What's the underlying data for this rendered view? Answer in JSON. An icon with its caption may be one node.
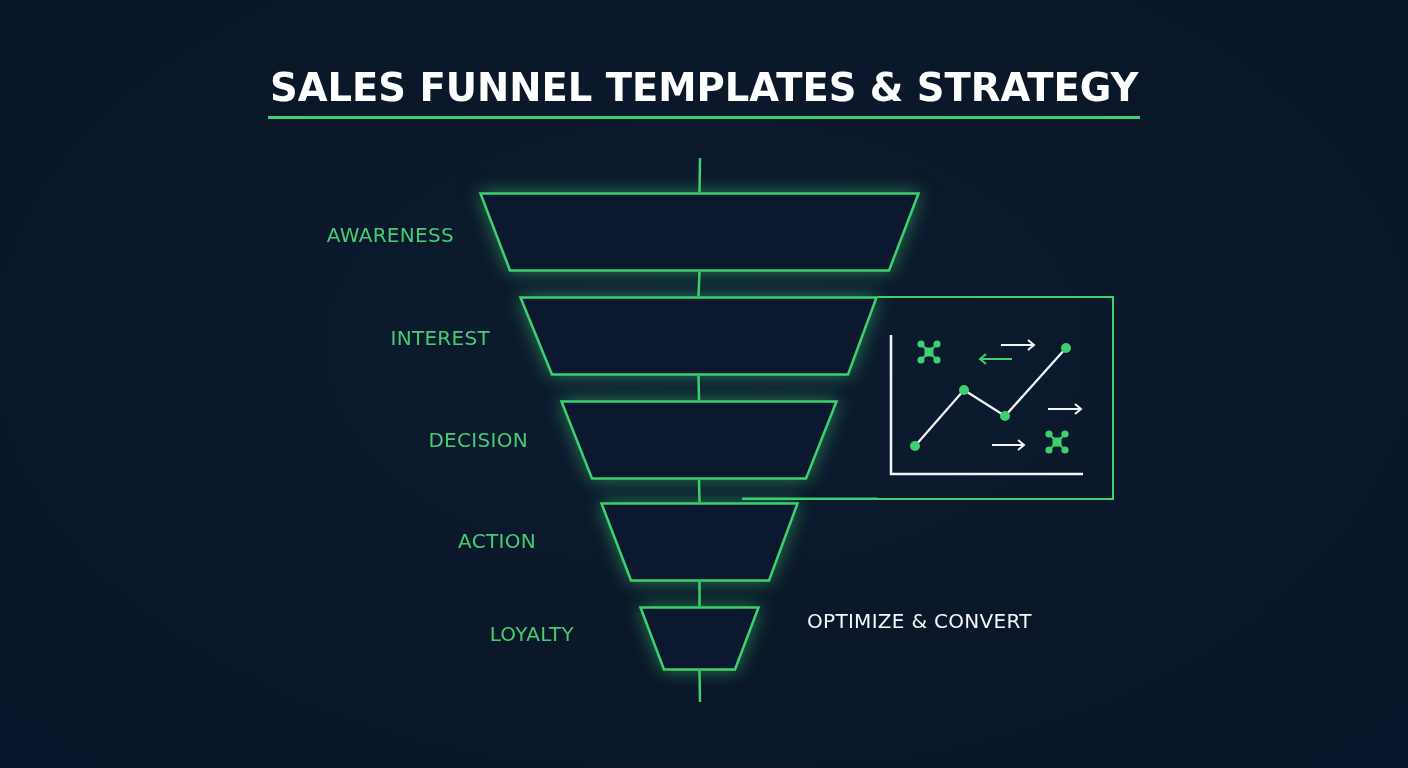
{
  "diagram": {
    "title": "SALES FUNNEL TEMPLATES & STRATEGY",
    "nodes": [
      {
        "text": [],
        "shape": "trapezoid",
        "beside": [
          "AWARENESS"
        ]
      },
      {
        "text": [],
        "shape": "trapezoid",
        "beside": [
          "INTEREST"
        ]
      },
      {
        "text": [],
        "shape": "trapezoid",
        "beside": [
          "DECISION"
        ]
      },
      {
        "text": [],
        "shape": "trapezoid",
        "beside": [
          "ACTION"
        ]
      },
      {
        "text": [],
        "shape": "trapezoid",
        "beside": [
          "LOYALTY"
        ]
      },
      {
        "text": [],
        "shape": "picture"
      }
    ],
    "edges": [
      {
        "from": null,
        "to": 0,
        "arrow": "none"
      },
      {
        "from": 0,
        "to": 1,
        "arrow": "none"
      },
      {
        "from": 1,
        "to": 2,
        "arrow": "none"
      },
      {
        "from": 2,
        "to": 3,
        "arrow": "none"
      },
      {
        "from": 3,
        "to": 4,
        "arrow": "none"
      },
      {
        "from": 4,
        "to": null,
        "arrow": "none"
      },
      {
        "from": 5,
        "to": 3,
        "arrow": "none"
      }
    ],
    "labels": [
      "OPTIMIZE & CONVERT"
    ]
  }
}
